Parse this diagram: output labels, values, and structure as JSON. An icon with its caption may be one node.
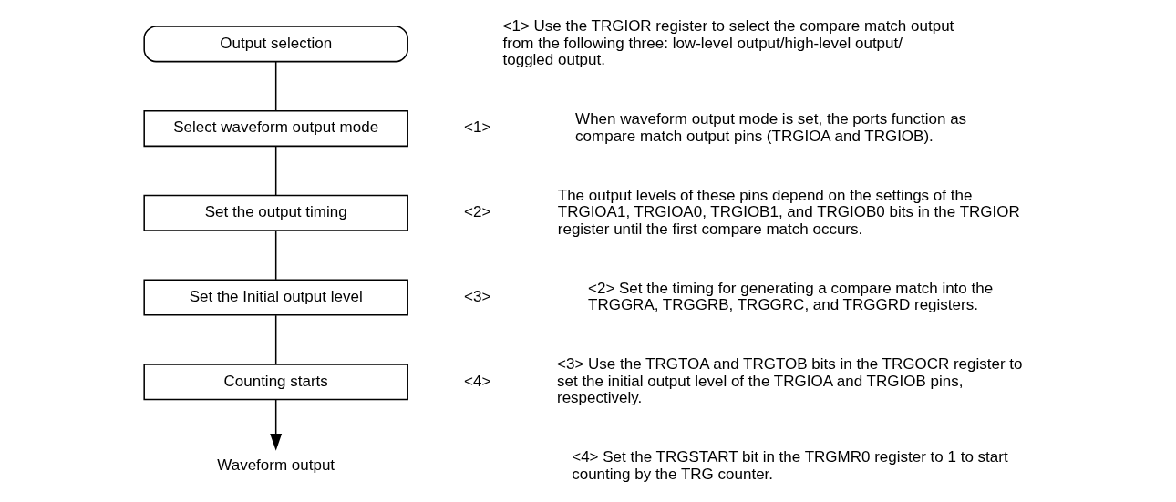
{
  "diagram": {
    "nodes": [
      {
        "text": [
          "Output selection"
        ]
      },
      {
        "text": [
          "Select waveform output mode"
        ],
        "beside": [
          "<1>"
        ]
      },
      {
        "text": [
          "Set the output timing"
        ],
        "beside": [
          "<2>"
        ]
      },
      {
        "text": [
          "Set the Initial output level"
        ],
        "beside": [
          "<3>"
        ]
      },
      {
        "text": [
          "Counting starts"
        ],
        "beside": [
          "<4>"
        ]
      },
      {
        "text": [
          "Waveform output"
        ]
      }
    ],
    "edges": [
      {
        "from": 0,
        "to": 1,
        "arrow": "none"
      },
      {
        "from": 1,
        "to": 2,
        "arrow": "none"
      },
      {
        "from": 2,
        "to": 3,
        "arrow": "none"
      },
      {
        "from": 3,
        "to": 4,
        "arrow": "none"
      },
      {
        "from": 4,
        "to": 5,
        "arrow": "to"
      }
    ],
    "labels": [
      "<1> Use the TRGIOR register to select the compare match output from the following three: low-level output/high-level output/ toggled output.",
      "When waveform output mode is set, the ports function as compare match output pins (TRGIOA and TRGIOB).",
      "The output levels of these pins depend on the settings of the TRGIOA1, TRGIOA0, TRGIOB1, and TRGIOB0 bits in the TRGIOR register until the first compare match occurs.",
      "<2> Set the timing for generating a compare match into the TRGGRA, TRGGRB, TRGGRC, and TRGGRD registers.",
      "<3> Use the TRGTOA and TRGTOB bits in the TRGOCR register to set the initial output level of the TRGIOA and TRGIOB pins, respectively.",
      "<4> Set the TRGSTART bit in the TRGMR0 register to 1 to start counting by the TRG counter."
    ]
  }
}
